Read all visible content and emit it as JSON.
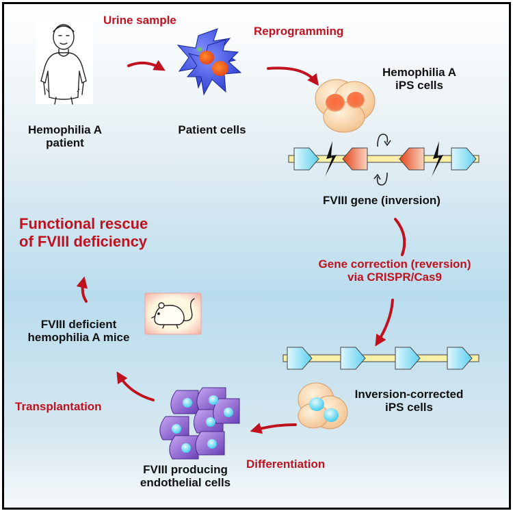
{
  "labels": {
    "urine_sample": "Urine sample",
    "reprogramming": "Reprogramming",
    "patient_line1": "Hemophilia A",
    "patient_line2": "patient",
    "patient_cells": "Patient cells",
    "ips_line1": "Hemophilia A",
    "ips_line2": "iPS cells",
    "gene_inversion": "FVIII gene (inversion)",
    "functional_line1": "Functional rescue",
    "functional_line2": "of FVIII deficiency",
    "correction_line1": "Gene correction (reversion)",
    "correction_line2": "via CRISPR/Cas9",
    "mice_line1": "FVIII deficient",
    "mice_line2": "hemophilia A mice",
    "transplantation": "Transplantation",
    "corrected_line1": "Inversion-corrected",
    "corrected_line2": "iPS cells",
    "differentiation": "Differentiation",
    "endo_line1": "FVIII producing",
    "endo_line2": "endothelial cells"
  },
  "colors": {
    "accent_red": "#c0111f",
    "gene_bar": "#f8f0a8",
    "exon_cyan": "#a8e7f6",
    "exon_inverted_orange": "#f06a40",
    "patient_cell_blue": "#3a56e8",
    "ips_cell": "#f8d8b0",
    "endothelial_purple": "#a27ad8"
  }
}
